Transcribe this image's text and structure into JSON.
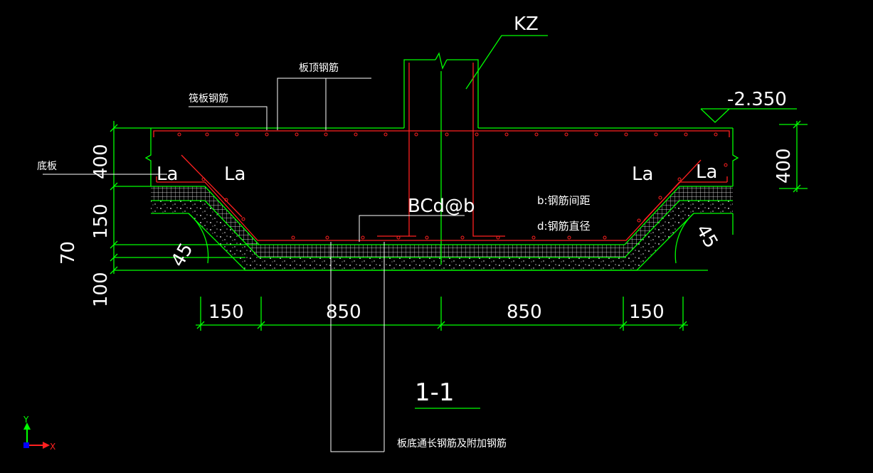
{
  "labels": {
    "kz": "KZ",
    "elevation": "-2.350",
    "top_rebar": "板顶钢筋",
    "raft_rebar": "筏板钢筋",
    "bottom_slab": "底板",
    "la": "La",
    "spec": "BCd@b",
    "b_note": "b:钢筋间距",
    "d_note": "d:钢筋直径",
    "section": "1-1",
    "bottom_rebar": "板底通长钢筋及附加钢筋"
  },
  "dimensions": {
    "left_400": "400",
    "left_150": "150",
    "left_70": "70",
    "left_100": "100",
    "right_400": "400",
    "bottom": [
      "150",
      "850",
      "850",
      "150"
    ],
    "angle_left": "45",
    "angle_right": "45"
  },
  "axes": {
    "x": "X",
    "y": "Y"
  },
  "colors": {
    "background": "#000000",
    "outline": "#00ff00",
    "rebar": "#ff2020",
    "text": "#ffffff",
    "axis_y": "#00ff00",
    "axis_x": "#ff2020",
    "origin": "#0000ff"
  }
}
